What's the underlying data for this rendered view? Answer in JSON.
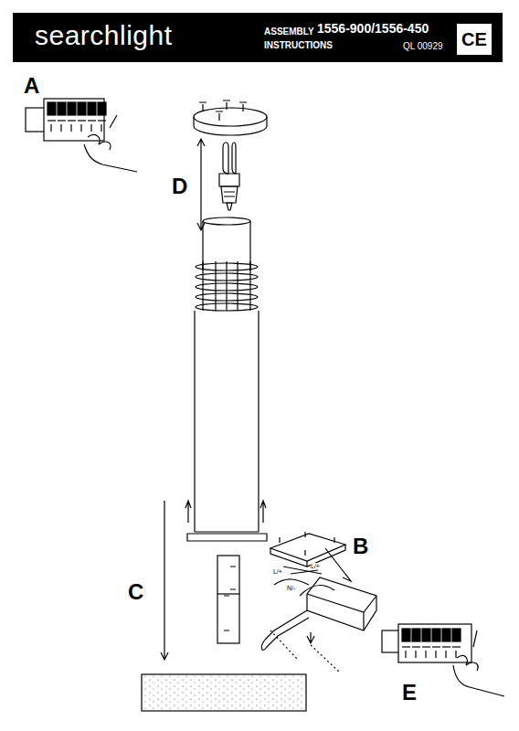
{
  "diagram": {
    "nodes": [
      {
        "text": [
          "searchlight",
          "ASSEMBLY INSTRUCTIONS",
          "1556-900/1556-450",
          "QL 00929"
        ]
      },
      {
        "text": [
          "CE"
        ],
        "in": 0
      }
    ],
    "labels": [
      "A",
      "D",
      "C",
      "B",
      "E",
      "L/+",
      "L/+",
      "N/-"
    ]
  }
}
